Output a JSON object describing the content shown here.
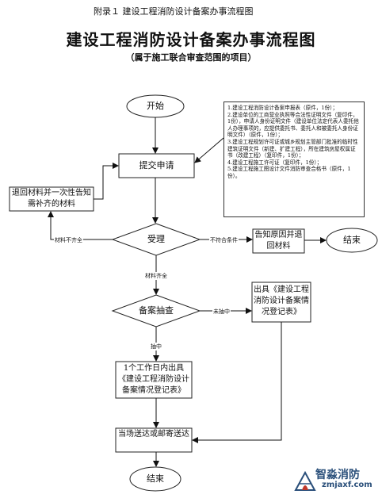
{
  "header": {
    "appendix_title": "附录１ 建设工程消防设计备案办事流程图",
    "main_title": "建设工程消防设计备案办事流程图",
    "subtitle": "（属于施工联合审查范围的项目）"
  },
  "nodes": {
    "start": "开始",
    "submit": "提交申请",
    "return_materials": "退回材料并一次性告知需补齐的材料",
    "accept": "受理",
    "notify_reason": "告知原因并退回材料",
    "end_right": "结束",
    "spot_check": "备案抽查",
    "issue_not_selected": "出具《建设工程消防设计备案情况登记表》",
    "issue_in_one_day": "1个工作日内出具《建设工程消防设计备案情况登记表》",
    "deliver": "当场送达或邮寄送达",
    "end_bottom": "结束"
  },
  "edge_labels": {
    "materials_incomplete": "材料不齐全",
    "not_qualified": "不符合条件",
    "materials_complete": "材料齐全",
    "not_selected": "未抽中",
    "selected": "抽中"
  },
  "requirements": [
    "1.建设工程消防设计备案申报表（原件，1份）；",
    "2.建设单位的工商营业执照等合法性证明文件（复印件，1份），申请人身份证明文件（建设单位法定代表人委托他人办理事项的，应提供委托书、委托人和被委托人身份证明文件）（原件，1份）；",
    "3.建设工程规划许可证或城乡规划主管部门批准的临时性建筑证明文件（新建、扩建工程），所在建筑房屋权属证书（改建工程）（复印件，1份）；",
    "4.建设工程施工许可证（复印件，1份）；",
    "5.建设工程施工图设计文件消防审查合格书（原件，1份）。"
  ],
  "watermark": {
    "name": "智淼消防",
    "url": "zmjaxf.com",
    "color": "#2a4f7a"
  }
}
